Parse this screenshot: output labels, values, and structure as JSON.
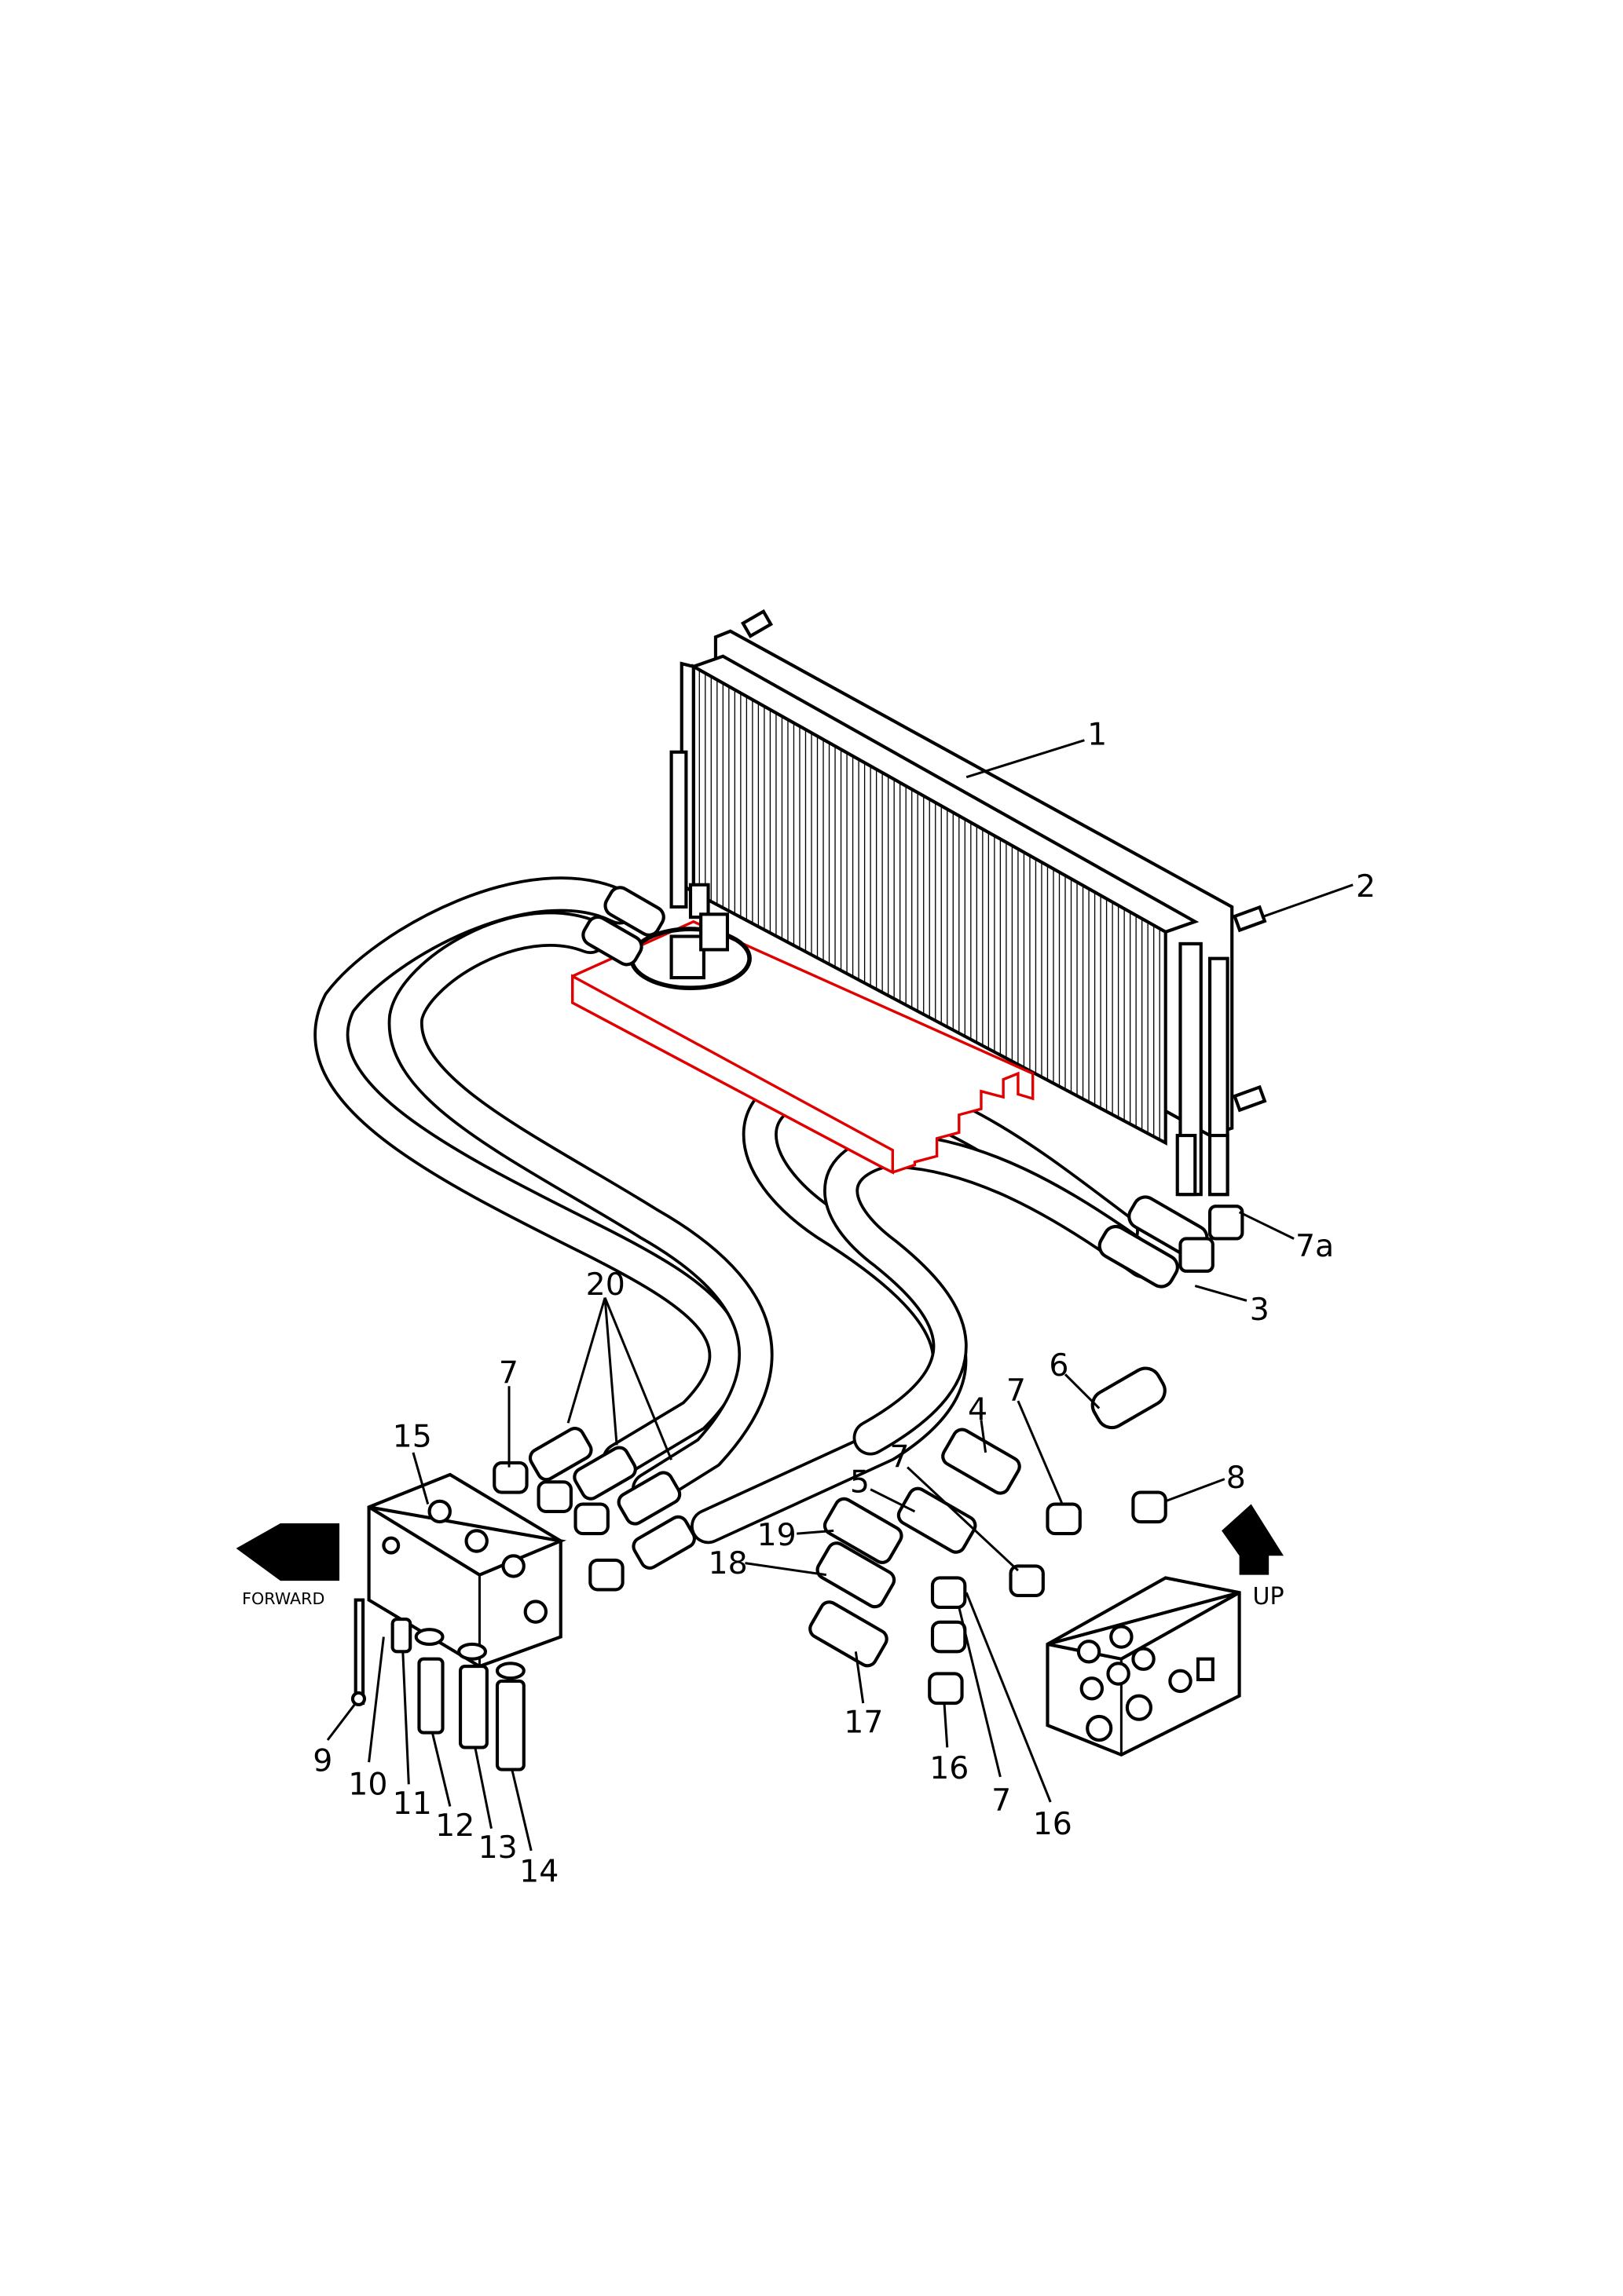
{
  "diagram": {
    "type": "exploded parts illustration",
    "callouts": [
      "1",
      "2",
      "7a",
      "3",
      "20",
      "7",
      "15",
      "6",
      "4",
      "7",
      "8",
      "7",
      "5",
      "19",
      "18",
      "9",
      "10",
      "11",
      "12",
      "13",
      "14",
      "17",
      "16",
      "7",
      "16"
    ],
    "direction_labels": {
      "forward": "FORWARD",
      "up": "UP"
    },
    "highlight_color": "#e00000"
  }
}
